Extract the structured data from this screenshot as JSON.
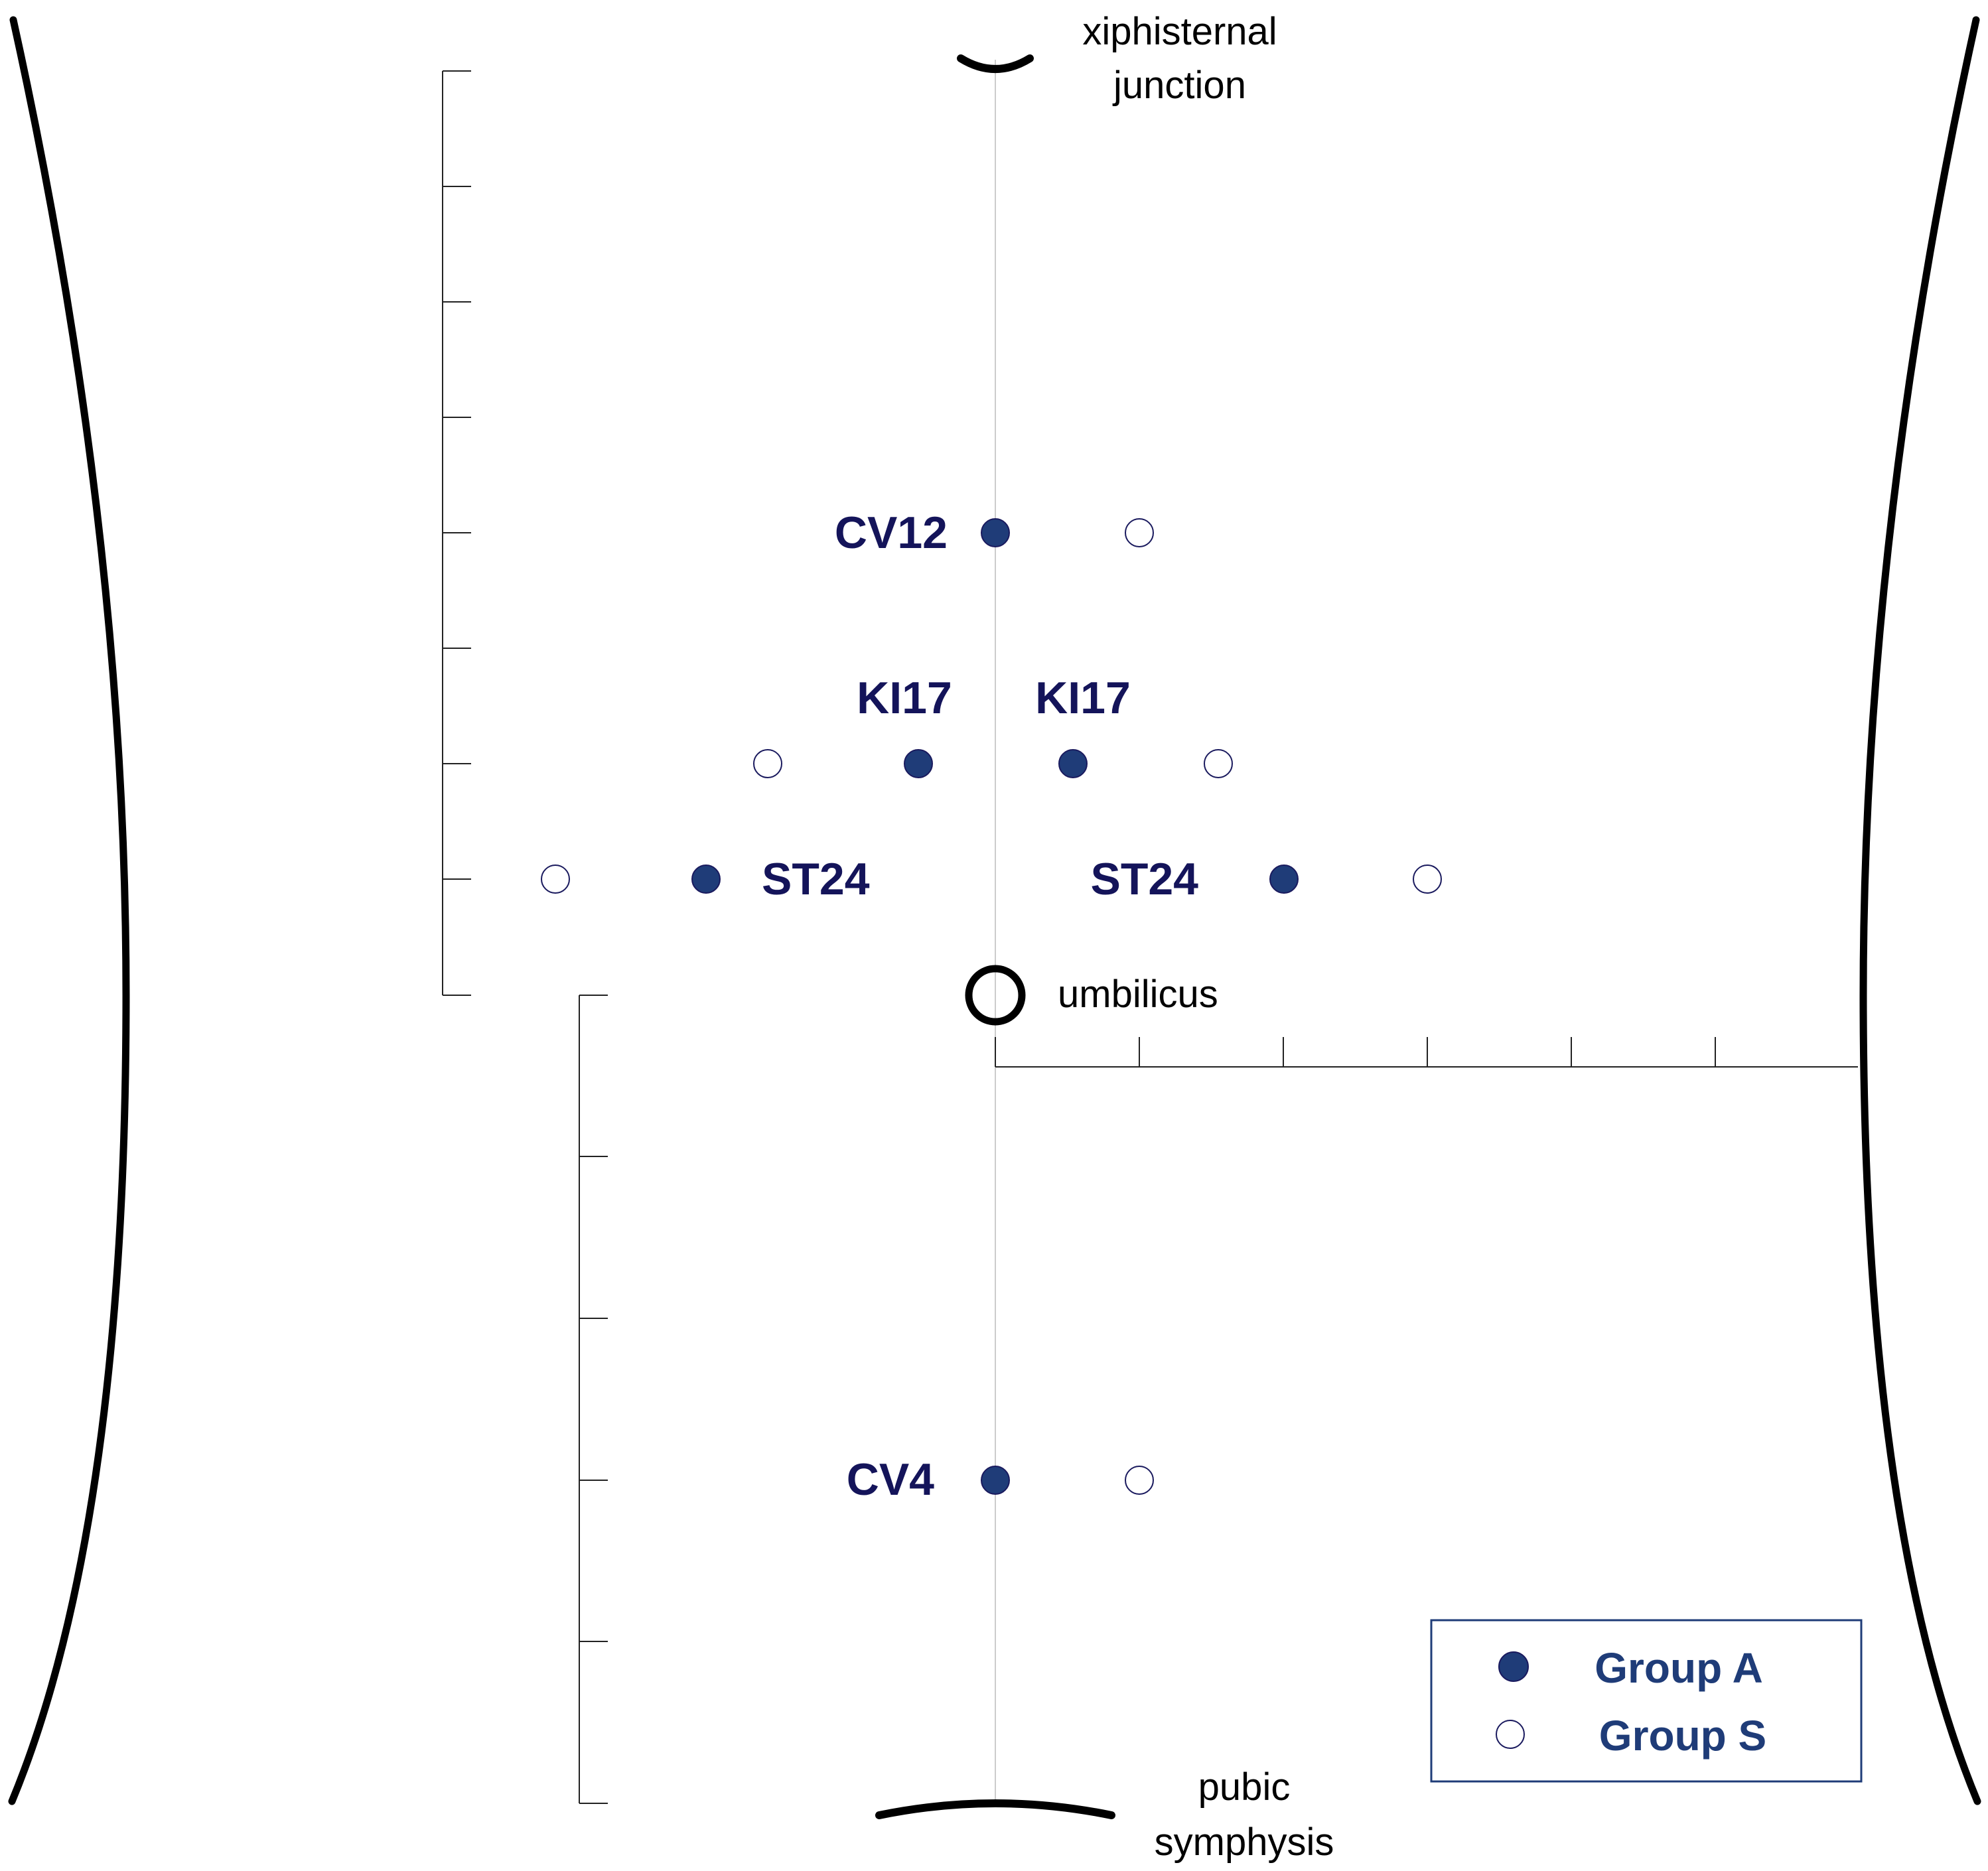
{
  "landmarks": {
    "xiphisternal_line1": "xiphisternal",
    "xiphisternal_line2": "junction",
    "umbilicus": "umbilicus",
    "pubic_line1": "pubic",
    "pubic_line2": "symphysis"
  },
  "points": [
    {
      "label": "CV12"
    },
    {
      "label": "KI17"
    },
    {
      "label": "KI17"
    },
    {
      "label": "ST24"
    },
    {
      "label": "ST24"
    },
    {
      "label": "CV4"
    }
  ],
  "legend": {
    "group_a": "Group A",
    "group_s": "Group S"
  },
  "colors": {
    "group_a_fill": "#1f3c78",
    "group_s_fill": "#ffffff",
    "marker_stroke": "#1a1a5e",
    "label_text": "#14145a",
    "legend_text": "#1f3c78",
    "legend_border": "#1f3c78",
    "outline": "#000000",
    "midline": "#cccccc",
    "scale": "#222222"
  }
}
